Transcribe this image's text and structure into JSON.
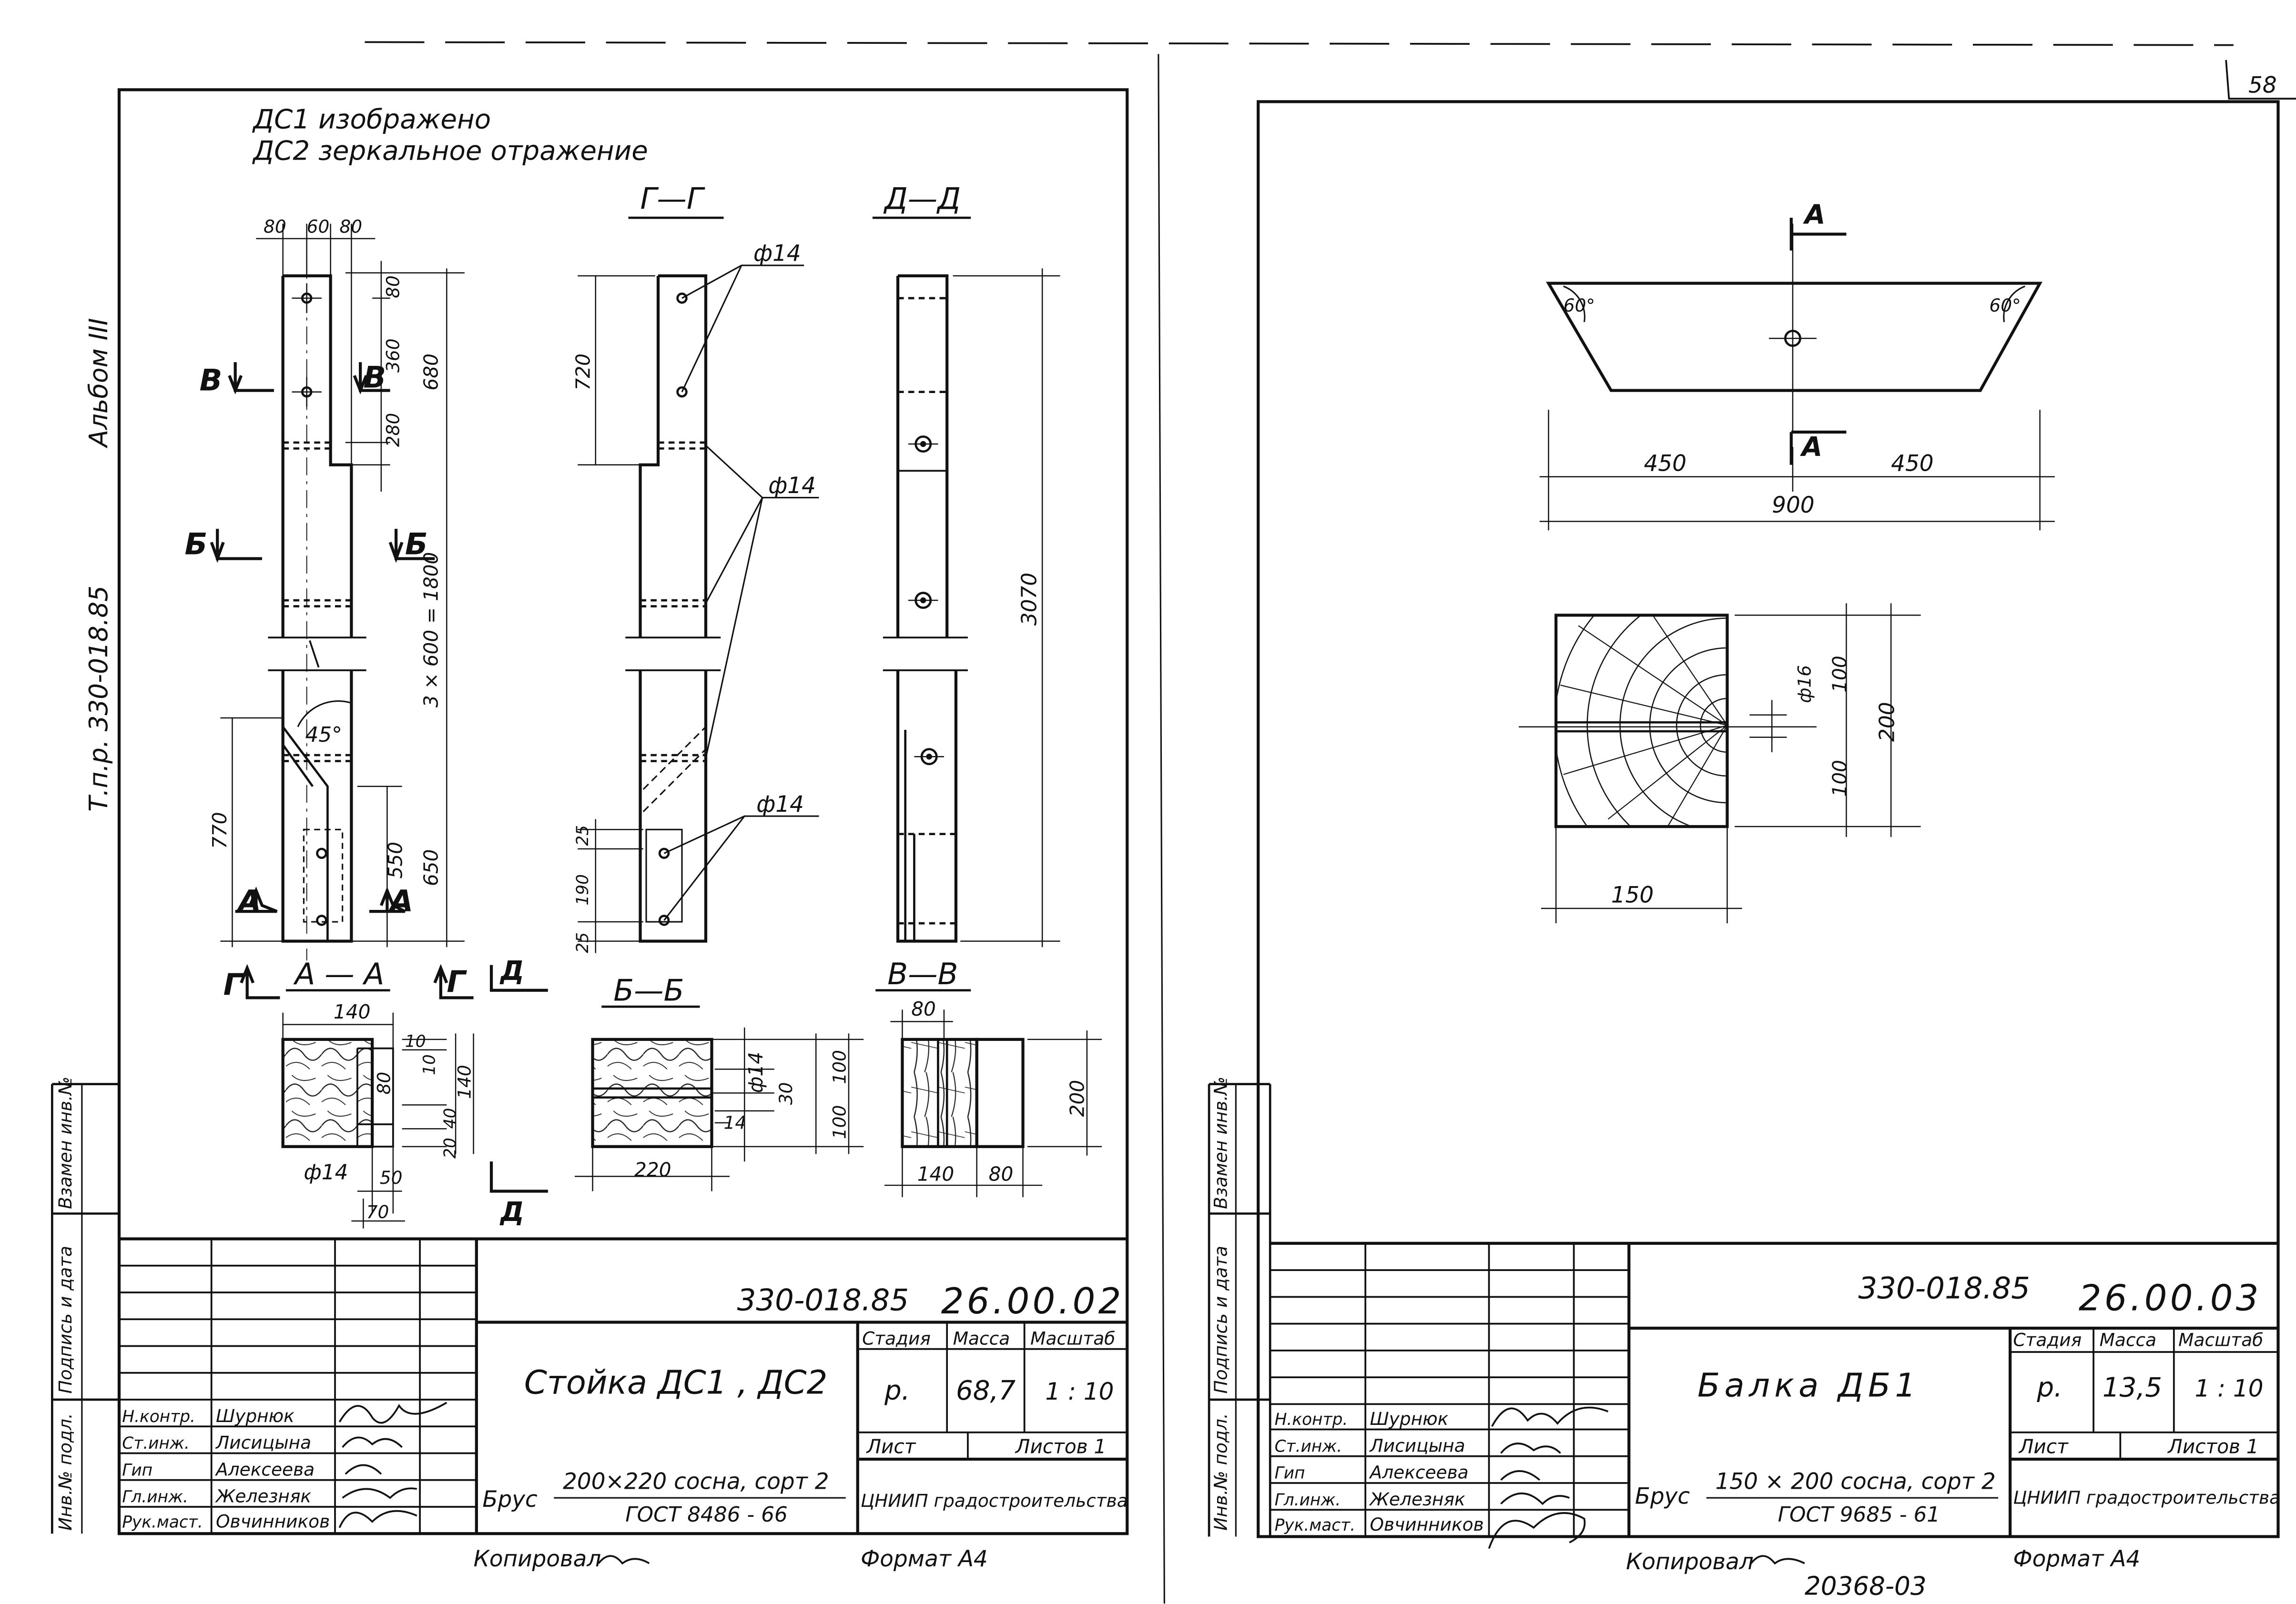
{
  "corner_mark": "58",
  "left_sheet": {
    "note_line1": "ДС1 изображено",
    "note_line2": "ДС2 зеркальное отражение",
    "side_album": "Альбом III",
    "side_project": "Т.п.р. 330-018.85",
    "views": {
      "gg": "Г—Г",
      "dd": "Д—Д",
      "aa": "А — А",
      "bb": "Б—Б",
      "vv": "В—В"
    },
    "labels": {
      "V": "В",
      "B": "Б",
      "A": "А",
      "G": "Г",
      "D": "Д",
      "phi14": "ф14",
      "angle45": "45°"
    },
    "dims": {
      "d80a": "80",
      "d60": "60",
      "d80b": "80",
      "d80c": "80",
      "d360": "360",
      "d280": "280",
      "d680": "680",
      "d3x600": "3 × 600 = 1800",
      "d770": "770",
      "d550": "550",
      "d650": "650",
      "d720": "720",
      "d25a": "25",
      "d190": "190",
      "d25b": "25",
      "d3070": "3070",
      "d140a": "140",
      "d10a": "10",
      "d80d": "80",
      "d10b": "10",
      "d140b": "140",
      "d20": "20",
      "d40": "40",
      "d50": "50",
      "d70": "70",
      "d220": "220",
      "d30": "30",
      "d100a": "100",
      "d100b": "100",
      "d14": "14",
      "d80e": "80",
      "d200": "200",
      "d140c": "140",
      "d80f": "80"
    },
    "title_block": {
      "code": "330-018.85",
      "number": "26.00.02",
      "title": "Стойка ДС1 , ДС2",
      "stage_h": "Стадия",
      "mass_h": "Масса",
      "scale_h": "Масштаб",
      "stage": "р.",
      "mass": "68,7",
      "scale": "1 : 10",
      "sheet": "Лист",
      "sheets": "Листов 1",
      "material_prefix": "Брус",
      "material": "200×220 сосна, сорт 2",
      "standard": "ГОСТ 8486 - 66",
      "org": "ЦНИИП градостроительства",
      "roles": [
        "Н.контр.",
        "Ст.инж.",
        "Гип",
        "Гл.инж.",
        "Рук.маст."
      ],
      "names": [
        "Шурнюк",
        "Лисицына",
        "Алексеева",
        "Железняк",
        "Овчинников"
      ],
      "copied": "Копировал",
      "format": "Формат А4"
    },
    "side_fields": [
      "Взамен инв.№",
      "Подпись и дата",
      "Инв.№ подл."
    ]
  },
  "right_sheet": {
    "labels": {
      "A": "А",
      "ang1": "60°",
      "ang2": "60°",
      "phi16": "ф16"
    },
    "dims": {
      "d450a": "450",
      "d450b": "450",
      "d900": "900",
      "d100a": "100",
      "d100b": "100",
      "d200": "200",
      "d150": "150"
    },
    "title_block": {
      "code": "330-018.85",
      "number": "26.00.03",
      "title": "Балка ДБ1",
      "stage_h": "Стадия",
      "mass_h": "Масса",
      "scale_h": "Масштаб",
      "stage": "р.",
      "mass": "13,5",
      "scale": "1 : 10",
      "sheet": "Лист",
      "sheets": "Листов 1",
      "material_prefix": "Брус",
      "material": "150 × 200 сосна, сорт 2",
      "standard": "ГОСТ 9685 - 61",
      "org": "ЦНИИП градостроительства",
      "roles": [
        "Н.контр.",
        "Ст.инж.",
        "Гип",
        "Гл.инж.",
        "Рук.маст."
      ],
      "names": [
        "Шурнюк",
        "Лисицына",
        "Алексеева",
        "Железняк",
        "Овчинников"
      ],
      "copied": "Копировал",
      "format": "Формат А4",
      "inventory": "20368-03"
    },
    "side_fields": [
      "Взамен инв.№",
      "Подпись и дата",
      "Инв.№ подл."
    ]
  }
}
